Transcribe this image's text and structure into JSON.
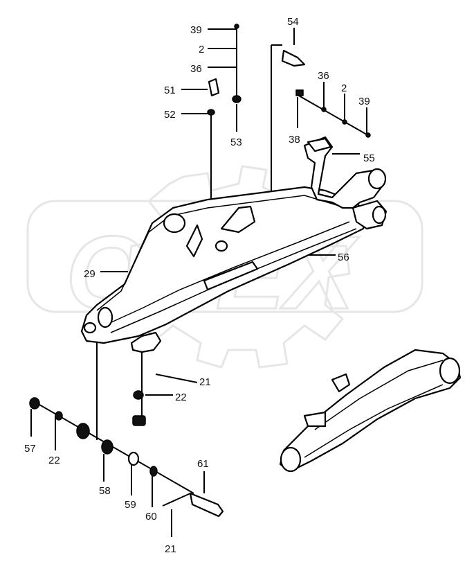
{
  "callouts": {
    "c39a": "39",
    "c2a": "2",
    "c36a": "36",
    "c51": "51",
    "c52": "52",
    "c53": "53",
    "c54": "54",
    "c36b": "36",
    "c2b": "2",
    "c39b": "39",
    "c38": "38",
    "c55": "55",
    "c56": "56",
    "c29": "29",
    "c21a": "21",
    "c22a": "22",
    "c57": "57",
    "c22b": "22",
    "c58": "58",
    "c59": "59",
    "c60": "60",
    "c61": "61",
    "c21b": "21"
  },
  "watermark": {
    "logo_text": "OPEX"
  }
}
